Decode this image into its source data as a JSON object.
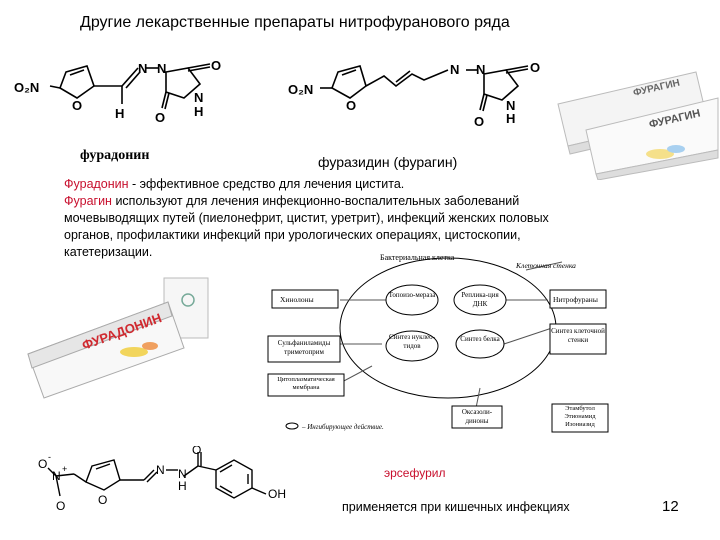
{
  "slide": {
    "title": "Другие лекарственные препараты нитрофуранового ряда",
    "page_number": "12"
  },
  "structures": {
    "furadonin_caption": "фурадонин",
    "furazidin_caption": "фуразидин (фурагин)",
    "labels": {
      "o2n": "O₂N",
      "o": "O",
      "n": "N",
      "h": "H",
      "nh": "NH",
      "oh": "OH",
      "plus": "+",
      "minus": "-"
    }
  },
  "packages": {
    "furagin_label": "ФУРАГИН",
    "furadonin_label": "ФУРАДОНИН"
  },
  "description": {
    "furadonin_name": "Фурадонин",
    "furadonin_text": " - эффективное средство для лечения цистита.",
    "furagin_name": "Фурагин",
    "furagin_text": " используют для лечения инфекционно-воспалительных заболеваний мочевыводящих путей (пиелонефрит, цистит, уретрит), инфекций женских половых органов, профилактики инфекций при урологических операциях, цистоскопии, катетеризации."
  },
  "diagram": {
    "top_label": "Бактериальная клетка",
    "cell_wall_label": "Клеточная стенка",
    "left_boxes": [
      "Хинолоны",
      "Сульфаниламиды триметоприм",
      "Цитоплазматическая мембрана"
    ],
    "right_boxes": [
      "Нитрофураны",
      "Синтез клеточной стенки",
      "Этамбутол Этионамид Изониазид"
    ],
    "inner_ovals": [
      "Топоизо-мераза",
      "Реплика-ция ДНК",
      "Синтез нуклео-тидов",
      "Синтез белка"
    ],
    "bottom_box": "Оксазоли-диноны",
    "legend": "– Ингибирующее действие."
  },
  "nifuroxazide": {
    "name": "эрсефурил",
    "usage": "применяется при кишечных инфекциях"
  }
}
